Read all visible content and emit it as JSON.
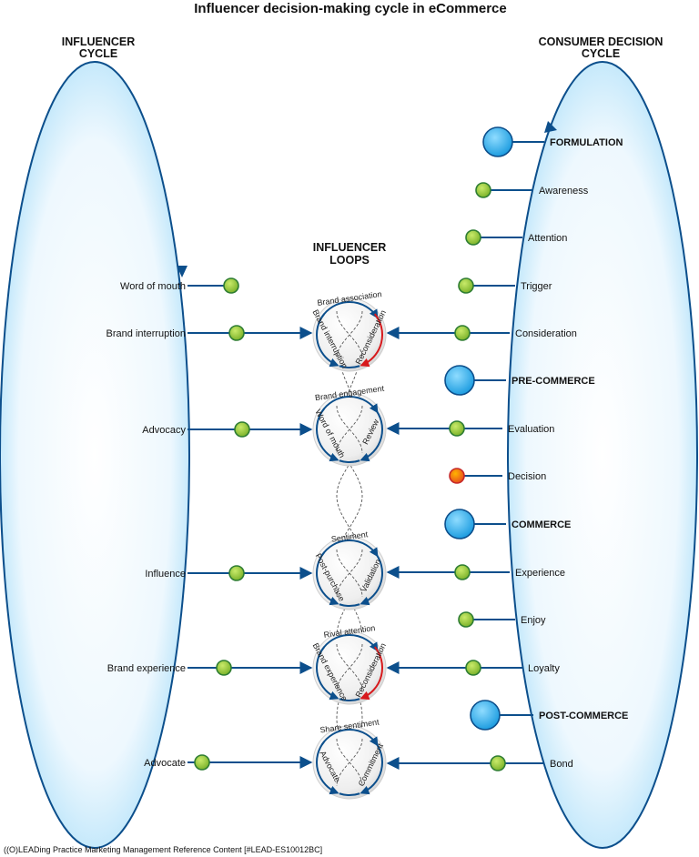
{
  "title": "Influencer decision-making cycle in eCommerce",
  "influencer_cycle": {
    "heading_line1": "INFLUENCER",
    "heading_line2": "CYCLE",
    "items": [
      {
        "label": "Word of mouth"
      },
      {
        "label": "Brand interruption"
      },
      {
        "label": "Advocacy"
      },
      {
        "label": "Influence"
      },
      {
        "label": "Brand experience"
      },
      {
        "label": "Advocate"
      }
    ]
  },
  "consumer_cycle": {
    "heading_line1": "CONSUMER DECISION",
    "heading_line2": "CYCLE",
    "items": [
      {
        "label": "FORMULATION",
        "kind": "stage"
      },
      {
        "label": "Awareness",
        "kind": "step"
      },
      {
        "label": "Attention",
        "kind": "step"
      },
      {
        "label": "Trigger",
        "kind": "step"
      },
      {
        "label": "Consideration",
        "kind": "step"
      },
      {
        "label": "PRE-COMMERCE",
        "kind": "stage"
      },
      {
        "label": "Evaluation",
        "kind": "step"
      },
      {
        "label": "Decision",
        "kind": "decision"
      },
      {
        "label": "COMMERCE",
        "kind": "stage"
      },
      {
        "label": "Experience",
        "kind": "step"
      },
      {
        "label": "Enjoy",
        "kind": "step"
      },
      {
        "label": "Loyalty",
        "kind": "step"
      },
      {
        "label": "POST-COMMERCE",
        "kind": "stage"
      },
      {
        "label": "Bond",
        "kind": "step"
      }
    ]
  },
  "influencer_loops": {
    "heading_line1": "INFLUENCER",
    "heading_line2": "LOOPS",
    "loops": [
      {
        "top": "Brand association",
        "left": "Brand interruption",
        "right": "Reconsideration",
        "red_right": true
      },
      {
        "top": "Brand engagement",
        "left": "Word of mouth",
        "right": "Review",
        "red_right": false
      },
      {
        "top": "Sentiment",
        "left": "Post-purchase",
        "right": "Validation",
        "red_right": false
      },
      {
        "top": "Rival attention",
        "left": "Brand experience",
        "right": "Reconsideration",
        "red_right": true
      },
      {
        "top": "Share sentiment",
        "left": "Advocate",
        "right": "Commitment",
        "red_right": false
      }
    ]
  },
  "colors": {
    "ellipse_stroke": "#0c4f8c",
    "arrow": "#0c4f8c",
    "green_dot": "#8dc63f",
    "stage_dot": "#29a9e8",
    "decision_dot": "#e8501e",
    "red_arc": "#d7191c"
  },
  "footer": "((O)LEADing Practice Marketing Management Reference Content [#LEAD-ES10012BC]"
}
